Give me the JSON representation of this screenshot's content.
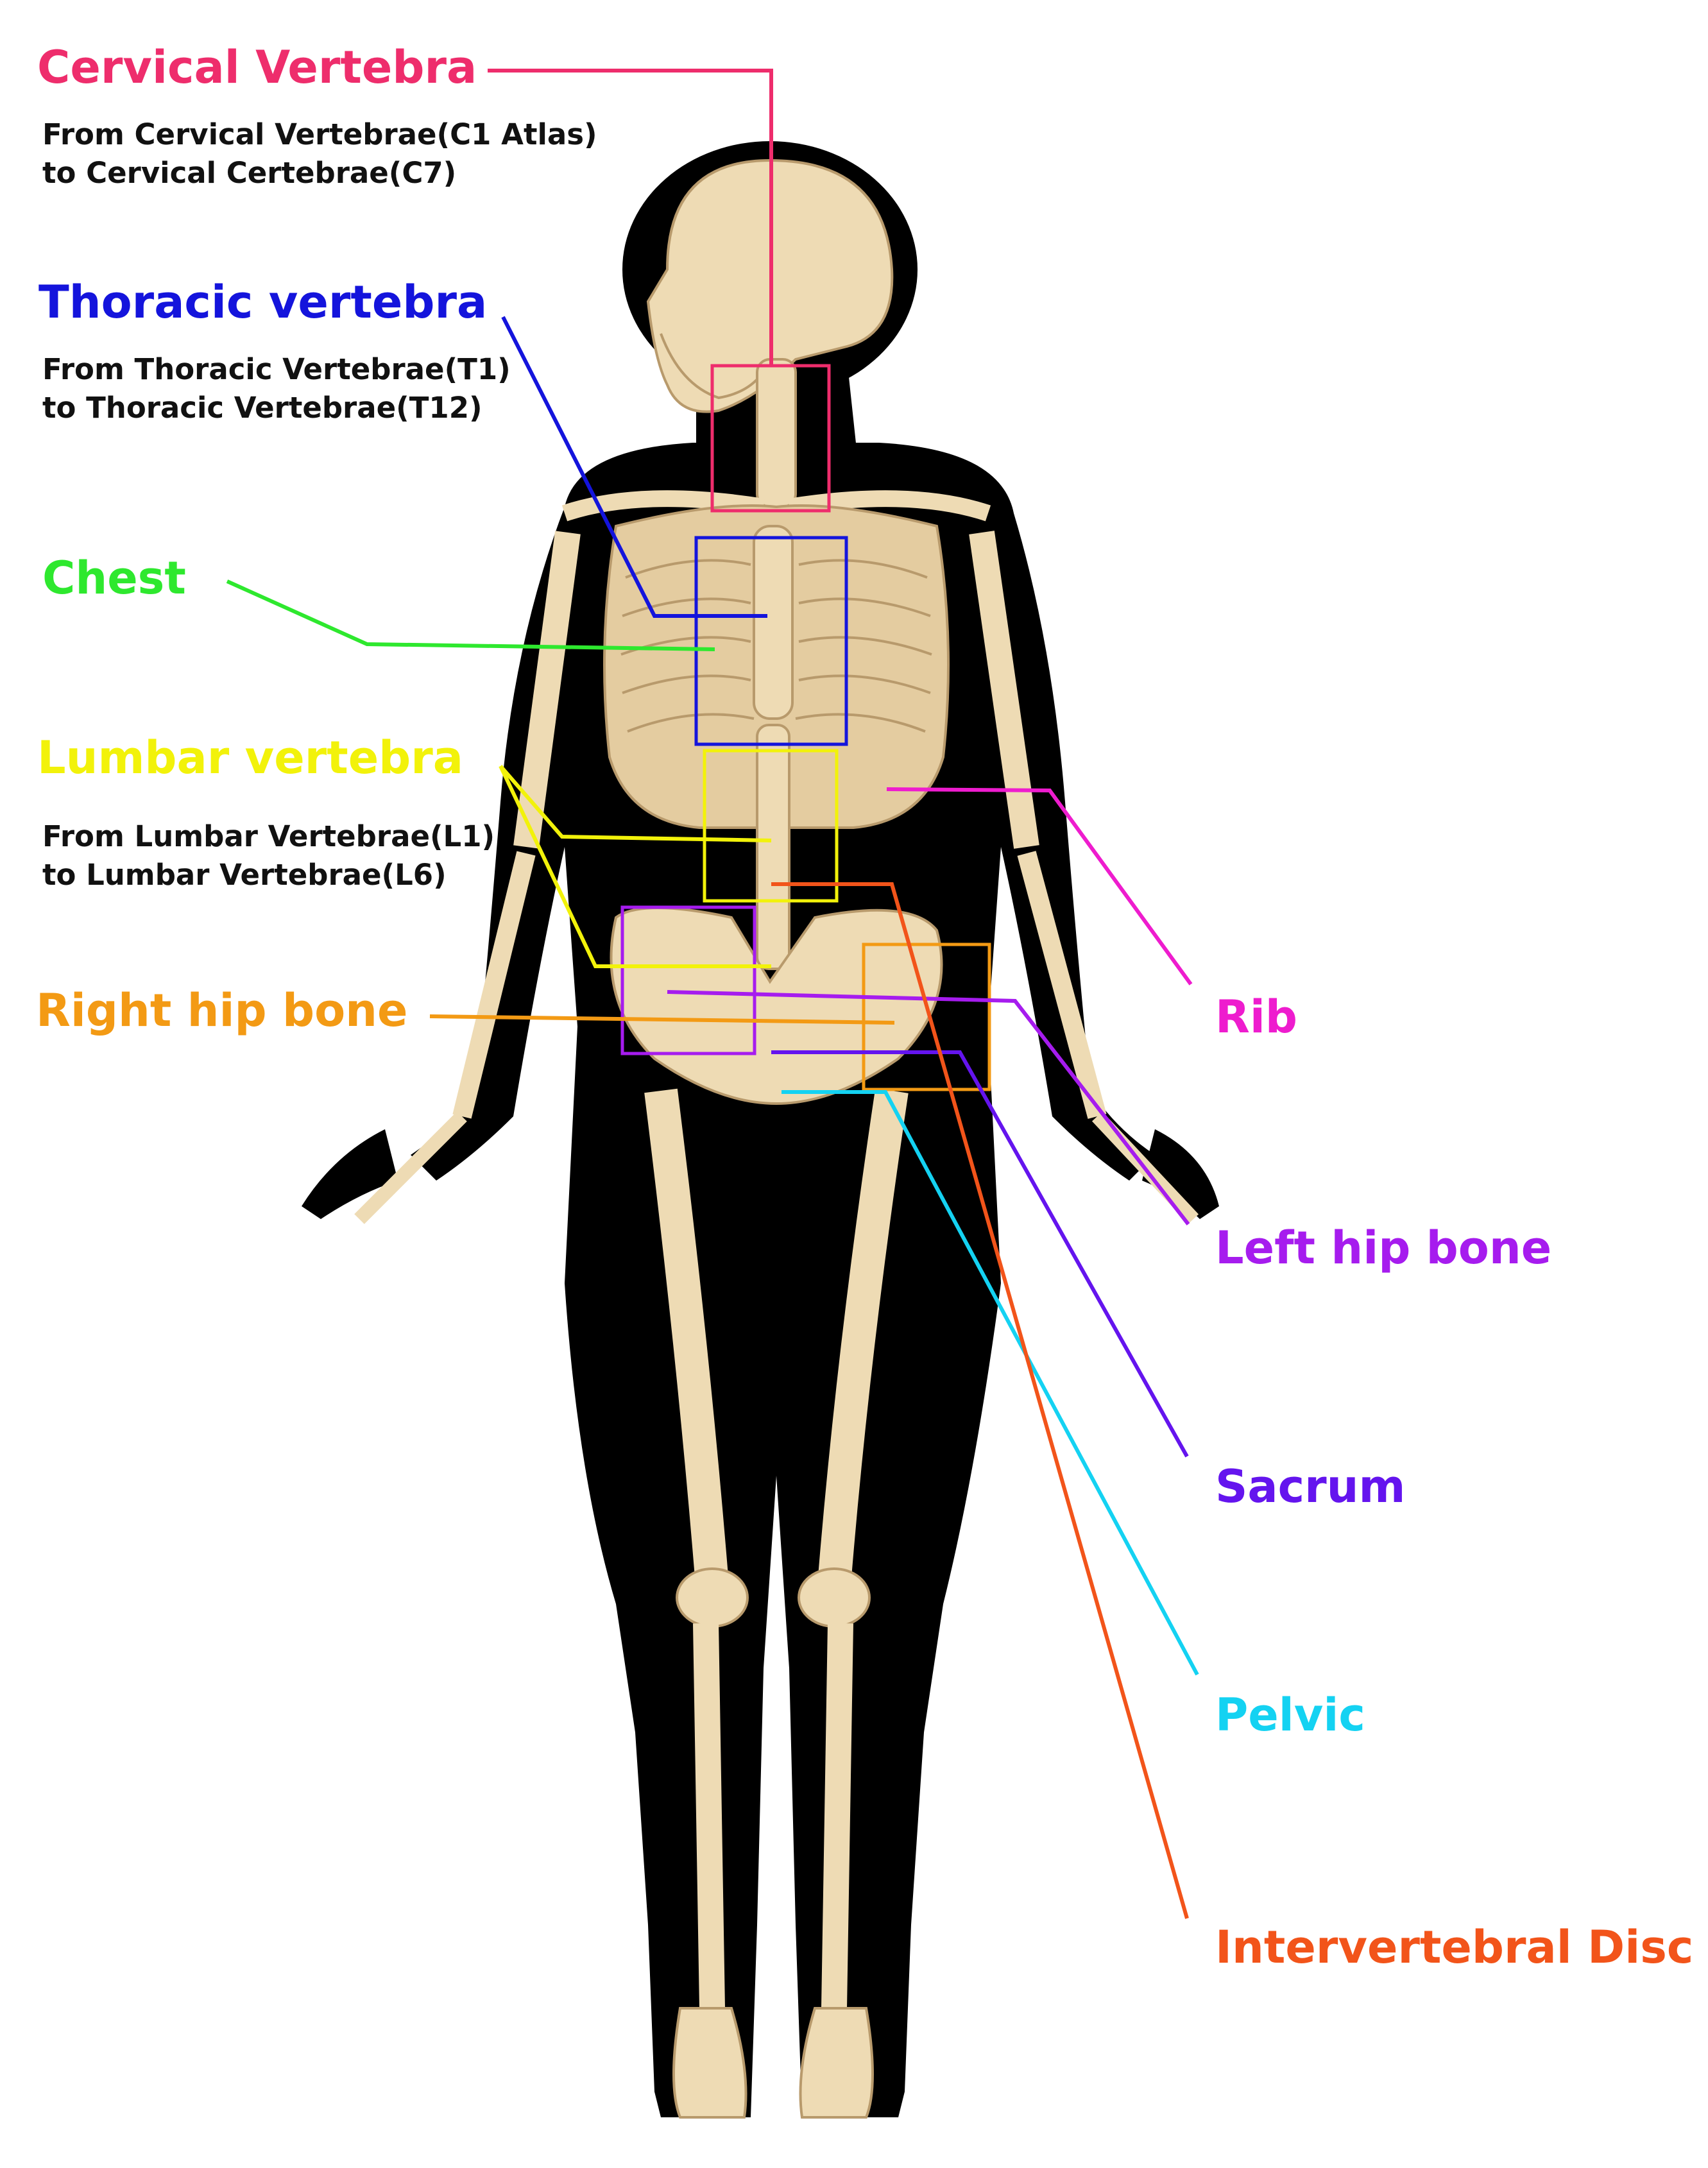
{
  "labels": {
    "cervical": {
      "title": "Cervical Vertebra",
      "line1": "From Cervical Vertebrae(C1 Atlas)",
      "line2": "to Cervical Certebrae(C7)"
    },
    "thoracic": {
      "title": "Thoracic vertebra",
      "line1": "From Thoracic Vertebrae(T1)",
      "line2": "to Thoracic Vertebrae(T12)"
    },
    "chest": {
      "title": "Chest"
    },
    "lumbar": {
      "title": "Lumbar vertebra",
      "line1": "From Lumbar Vertebrae(L1)",
      "line2": "to Lumbar Vertebrae(L6)"
    },
    "right_hip": {
      "title": "Right hip bone"
    },
    "rib": {
      "title": "Rib"
    },
    "left_hip": {
      "title": "Left hip bone"
    },
    "sacrum": {
      "title": "Sacrum"
    },
    "pelvic": {
      "title": "Pelvic"
    },
    "disc": {
      "title": "Intervertebral Disc"
    }
  },
  "colors": {
    "cervical": "#ee2d6c",
    "thoracic": "#1414dc",
    "chest": "#2ee82e",
    "lumbar": "#f2f20a",
    "right_hip": "#f39a14",
    "rib": "#ee1cce",
    "left_hip": "#a61cee",
    "sacrum": "#6414ee",
    "pelvic": "#14d2f2",
    "disc": "#f2541a",
    "bone": "#eedbb4",
    "bone_edge": "#b89a6c",
    "silhouette": "#000000"
  }
}
